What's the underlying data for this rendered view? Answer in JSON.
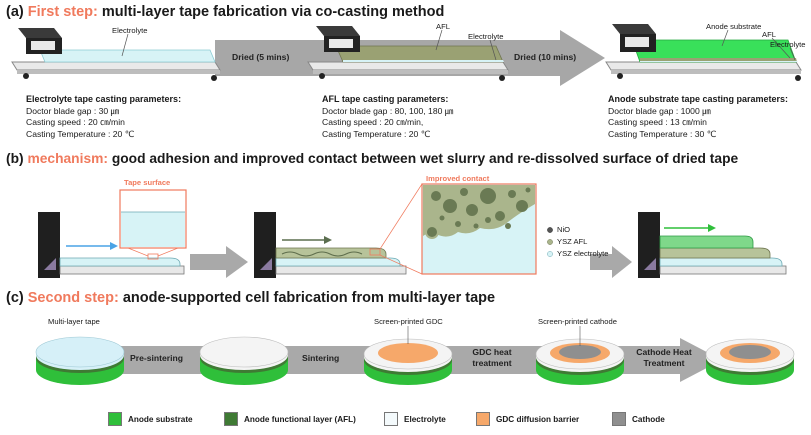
{
  "section_a": {
    "tag": "(a)",
    "highlight": "First step:",
    "title": " multi-layer tape fabrication via co-casting method",
    "stages": [
      {
        "layer_labels": [
          "Electrolyte"
        ],
        "params_title": "Electrolyte tape casting parameters:",
        "params": [
          "Doctor blade gap : 30 ㎛",
          "Casting speed : 20 ㎝/min",
          "Casting Temperature : 20 ℃"
        ]
      },
      {
        "layer_labels": [
          "AFL",
          "Electrolyte"
        ],
        "params_title": "AFL tape casting parameters:",
        "params": [
          "Doctor blade gap : 80, 100, 180 ㎛",
          "Casting speed : 20 ㎝/min,",
          "Casting Temperature : 20 ℃"
        ]
      },
      {
        "layer_labels": [
          "Anode substrate",
          "AFL",
          "Electrolyte"
        ],
        "params_title": "Anode substrate tape casting parameters:",
        "params": [
          "Doctor blade gap : 1000 ㎛",
          "Casting speed : 13 ㎝/min",
          "Casting Temperature : 30 ℃"
        ]
      }
    ],
    "arrows": [
      "Dried (5 mins)",
      "Dried (10 mins)"
    ]
  },
  "section_b": {
    "tag": "(b)",
    "highlight": "mechanism:",
    "title": " good adhesion and improved contact between wet slurry and re-dissolved surface of dried tape",
    "tape_surface_label": "Tape surface",
    "improved_contact_label": "Improved contact",
    "legend": [
      "NiO",
      "YSZ AFL",
      "YSZ electrolyte"
    ]
  },
  "section_c": {
    "tag": "(c)",
    "highlight": "Second step:",
    "title": " anode-supported cell fabrication from multi-layer tape",
    "top_labels": [
      "Multi-layer tape",
      "Screen-printed GDC",
      "Screen-printed cathode"
    ],
    "steps": [
      "Pre-sintering",
      "Sintering",
      "GDC heat treatment",
      "Cathode Heat Treatment"
    ]
  },
  "legend": [
    {
      "label": "Anode substrate",
      "color": "#2fbf3a"
    },
    {
      "label": "Anode functional layer (AFL)",
      "color": "#3f7a34"
    },
    {
      "label": "Electrolyte",
      "color": "#d6f0f8"
    },
    {
      "label": "GDC diffusion barrier",
      "color": "#f6a86a"
    },
    {
      "label": "Cathode",
      "color": "#8f8f8f"
    }
  ]
}
